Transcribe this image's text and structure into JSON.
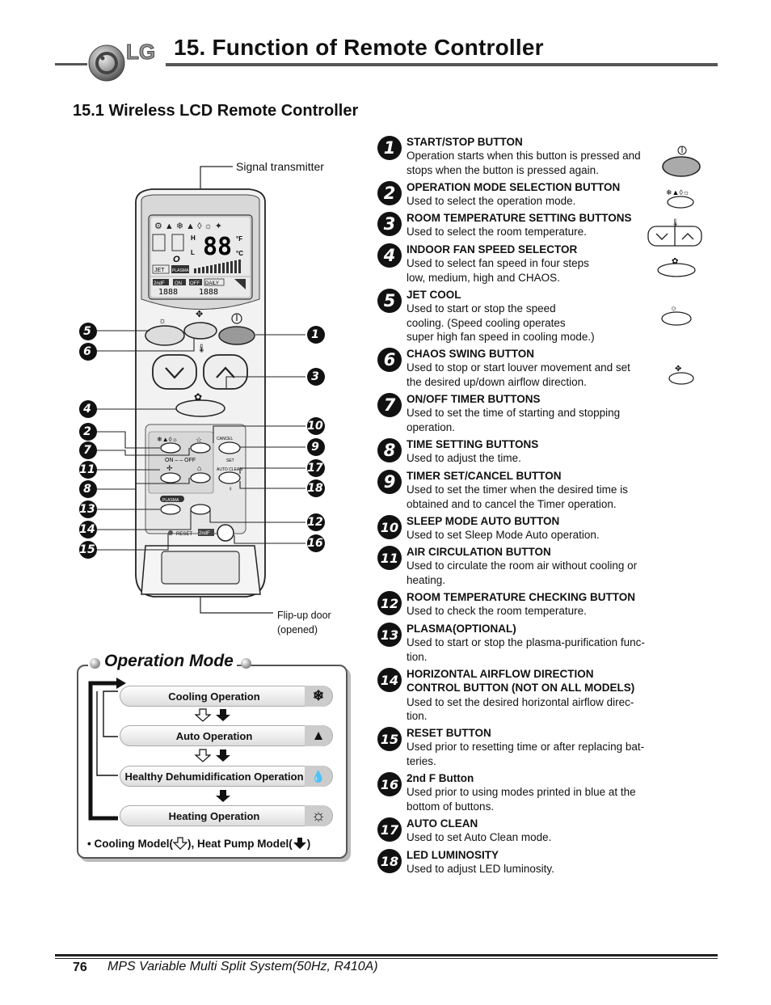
{
  "header": {
    "title": "15. Function of Remote Controller",
    "logo_text": "LG"
  },
  "section_title": "15.1 Wireless LCD Remote Controller",
  "remote": {
    "signal_label": "Signal transmitter",
    "flip_label": "Flip-up door\n(opened)",
    "lcd": {
      "temp": "88",
      "unit_f": "°F",
      "unit_c": "°C",
      "jet": "JET",
      "plasma": "PLASMA",
      "o2": "O",
      "on": "ON",
      "off": "OFF",
      "daily": "DAILY",
      "second_f": "2ndF",
      "time1": "1888",
      "time2": "1888",
      "h": "H",
      "l": "L"
    },
    "panel": {
      "cancel": "CANCEL",
      "set": "SET",
      "on_off": "ON – – OFF",
      "auto_clean": "AUTO CLEAN",
      "plasma": "PLASMA",
      "reset": "RESET",
      "second_f": "2ndF"
    },
    "callouts_left": [
      "5",
      "6",
      "4",
      "2",
      "7",
      "11",
      "8",
      "13",
      "14",
      "15"
    ],
    "callouts_right": [
      "1",
      "3",
      "10",
      "9",
      "17",
      "18",
      "12",
      "16"
    ]
  },
  "items": [
    {
      "num": "1",
      "title": "START/STOP BUTTON",
      "desc": "Operation starts when this button is pressed and\nstops when the button is pressed again."
    },
    {
      "num": "2",
      "title": "OPERATION MODE SELECTION BUTTON",
      "desc": "Used to select the operation mode."
    },
    {
      "num": "3",
      "title": "ROOM TEMPERATURE SETTING BUTTONS",
      "desc": "Used to select the room temperature."
    },
    {
      "num": "4",
      "title": "INDOOR FAN SPEED SELECTOR",
      "desc": "Used to select fan speed in four steps\nlow, medium, high and CHAOS."
    },
    {
      "num": "5",
      "title": "JET COOL",
      "desc": "Used to start or stop the speed\ncooling. (Speed cooling operates\nsuper high fan speed in cooling mode.)"
    },
    {
      "num": "6",
      "title": "CHAOS SWING BUTTON",
      "desc": "Used to stop or start louver movement and set\nthe desired up/down airflow direction."
    },
    {
      "num": "7",
      "title": "ON/OFF TIMER BUTTONS",
      "desc": "Used to set the time of starting and stopping\noperation."
    },
    {
      "num": "8",
      "title": "TIME SETTING BUTTONS",
      "desc": "Used to adjust the time."
    },
    {
      "num": "9",
      "title": "TIMER SET/CANCEL BUTTON",
      "desc": "Used to set the timer when the desired time is\nobtained and to cancel the Timer operation."
    },
    {
      "num": "10",
      "title": "SLEEP MODE AUTO BUTTON",
      "desc": "Used to set Sleep Mode Auto operation."
    },
    {
      "num": "11",
      "title": "AIR CIRCULATION BUTTON",
      "desc": "Used to circulate the room air without cooling or\nheating."
    },
    {
      "num": "12",
      "title": "ROOM TEMPERATURE CHECKING BUTTON",
      "desc": "Used to check the room temperature."
    },
    {
      "num": "13",
      "title": "PLASMA(OPTIONAL)",
      "desc": "Used to start or stop the plasma-purification func-\ntion."
    },
    {
      "num": "14",
      "title": "HORIZONTAL AIRFLOW DIRECTION\nCONTROL BUTTON  (NOT ON ALL MODELS)",
      "desc": "Used to set the desired horizontal airflow direc-\ntion."
    },
    {
      "num": "15",
      "title": "RESET BUTTON",
      "desc": "Used prior to resetting time or after replacing bat-\nteries."
    },
    {
      "num": "16",
      "title": "2nd F Button",
      "desc": "Used prior to using modes printed in blue at the\nbottom of buttons."
    },
    {
      "num": "17",
      "title": "AUTO CLEAN",
      "desc": "Used to set Auto Clean mode."
    },
    {
      "num": "18",
      "title": "LED LUMINOSITY",
      "desc": "Used to adjust LED luminosity."
    }
  ],
  "operation_mode": {
    "title": "Operation Mode",
    "modes": [
      {
        "label": "Cooling Operation",
        "icon": "snowflake-icon",
        "glyph": "❄"
      },
      {
        "label": "Auto Operation",
        "icon": "auto-mountain-icon",
        "glyph": "▲"
      },
      {
        "label": "Healthy Dehumidification Operation",
        "icon": "droplet-icon",
        "glyph": "💧"
      },
      {
        "label": "Heating Operation",
        "icon": "sun-icon",
        "glyph": "☼"
      }
    ],
    "footer_prefix": "• Cooling Model(",
    "footer_mid": "), Heat Pump Model(",
    "footer_suffix": ")"
  },
  "footer": {
    "page": "76",
    "text": "MPS Variable Multi Split System(50Hz, R410A)"
  }
}
